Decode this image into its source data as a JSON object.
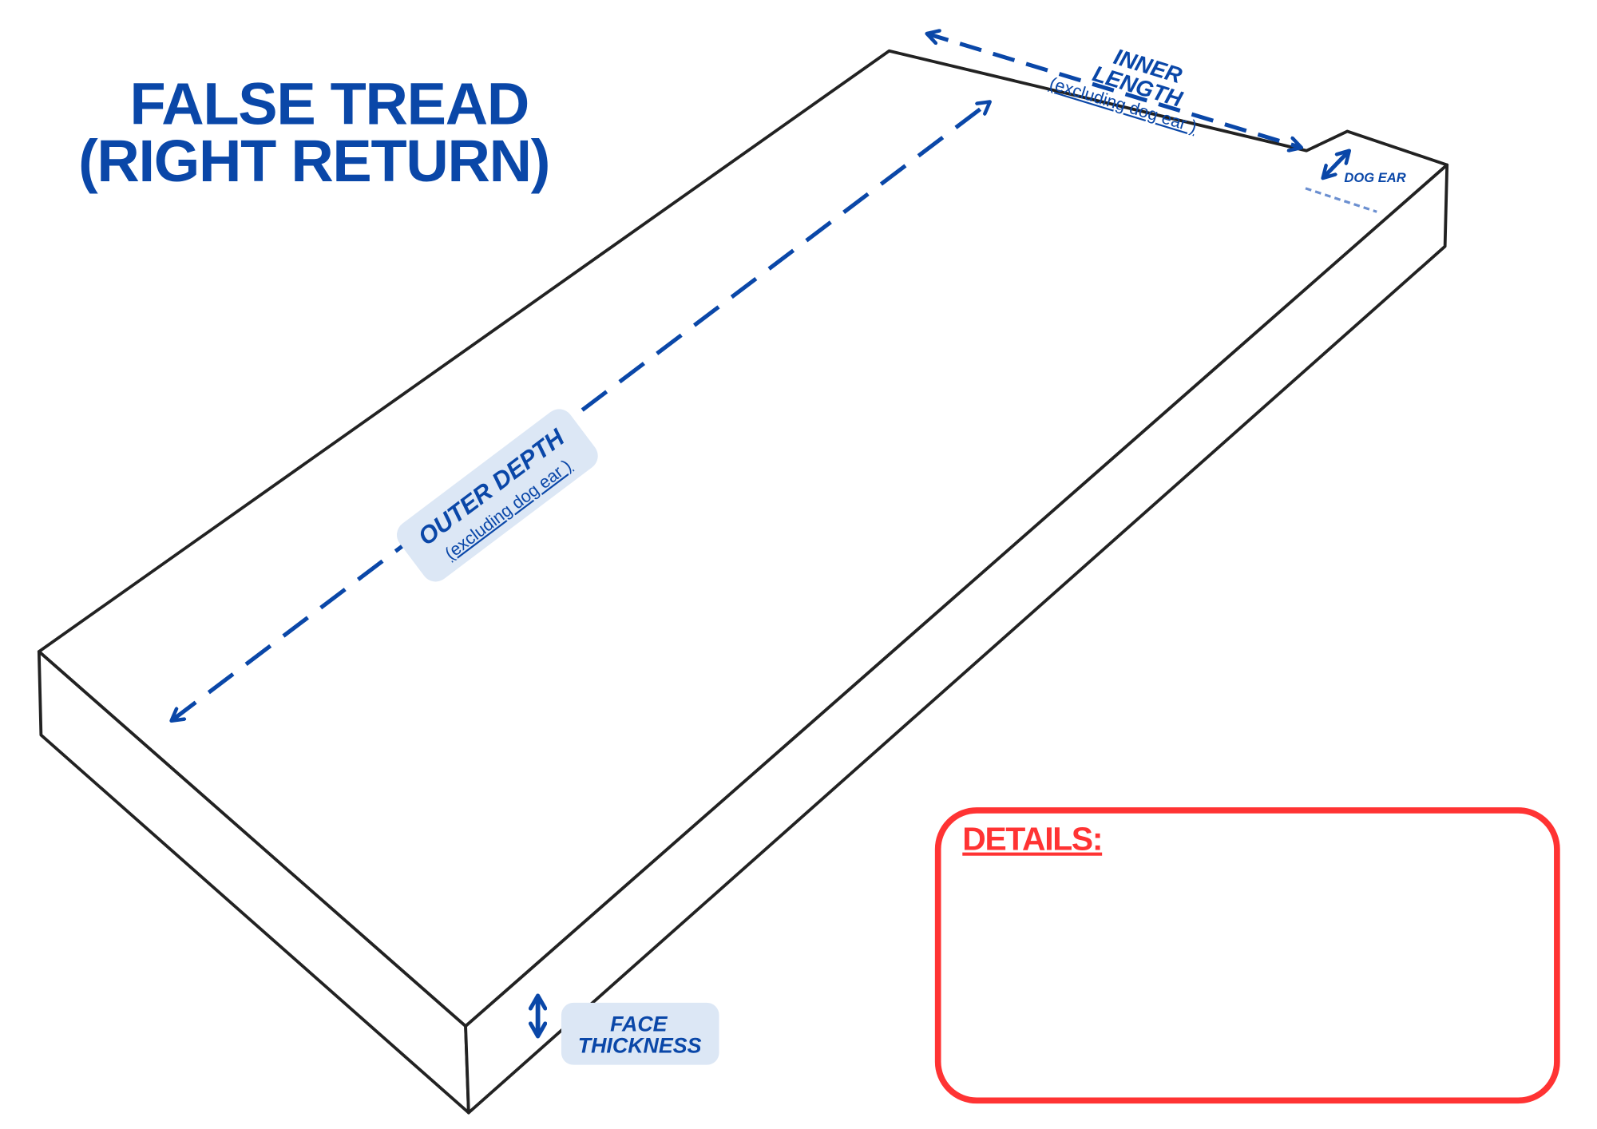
{
  "title": {
    "line1": "FALSE TREAD",
    "line2": "(RIGHT RETURN)"
  },
  "labels": {
    "inner_length": {
      "line1": "INNER",
      "line2": "LENGTH",
      "note": "(excluding dog ear )"
    },
    "outer_depth": {
      "line1": "OUTER DEPTH",
      "note": "(excluding dog ear )"
    },
    "dog_ear": "DOG EAR",
    "face_thickness": {
      "line1": "FACE",
      "line2": "THICKNESS"
    }
  },
  "details": {
    "heading": "DETAILS:"
  },
  "colors": {
    "accent": "#0a47a8",
    "label_bg": "#dce7f5",
    "details": "#ff3333",
    "outline": "#222222"
  }
}
